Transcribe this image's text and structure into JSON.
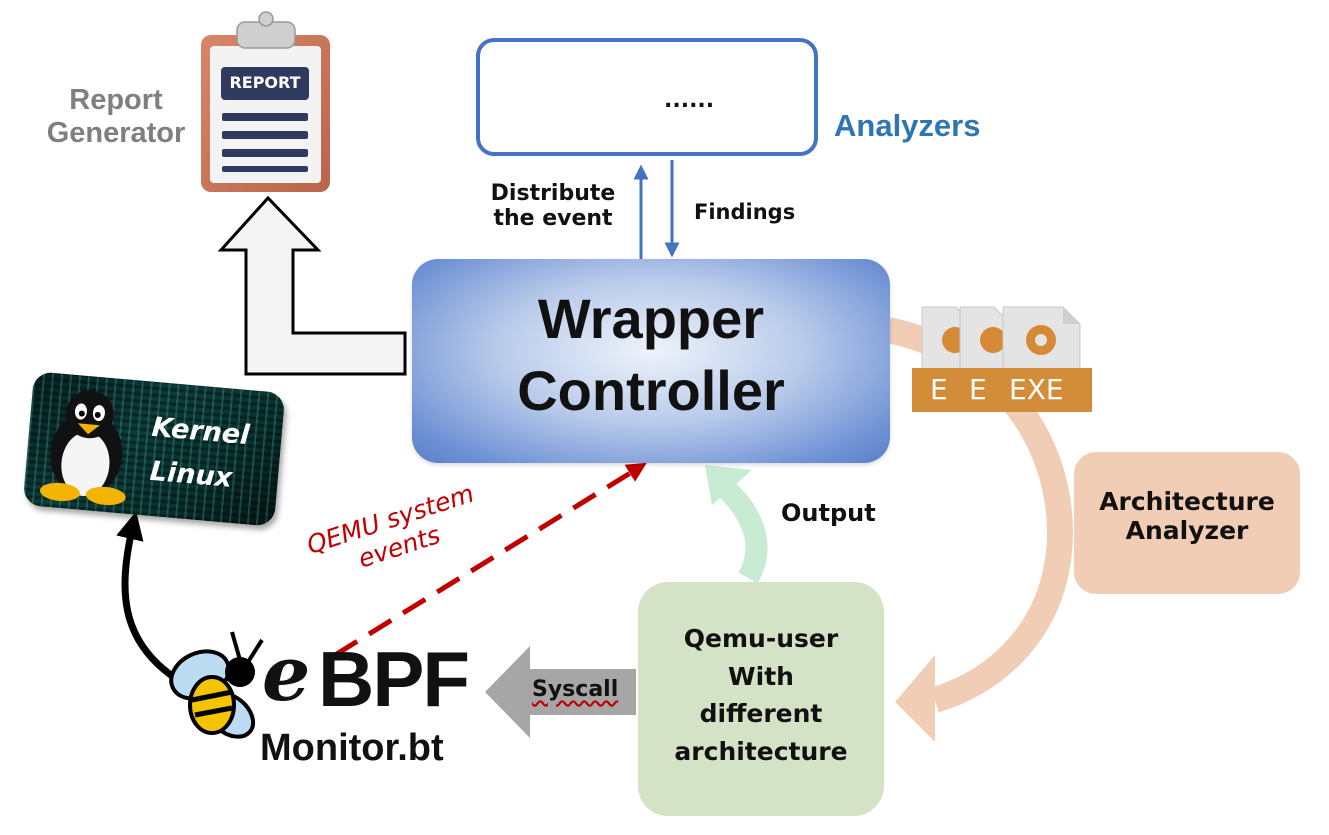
{
  "report_generator": {
    "label": "Report\nGenerator",
    "clipboard_title": "REPORT"
  },
  "analyzers": {
    "label": "Analyzers",
    "dots": "......"
  },
  "arrows": {
    "distribute": "Distribute\nthe event",
    "findings": "Findings",
    "output": "Output",
    "syscall": "Syscall"
  },
  "wrapper": {
    "line1": "Wrapper",
    "line2": "Controller"
  },
  "exe_files": {
    "labels": [
      "E",
      "E",
      "EXE"
    ]
  },
  "architecture_analyzer": {
    "label": "Architecture\nAnalyzer"
  },
  "qemu": {
    "label": "Qemu-user\nWith\ndifferent\narchitecture"
  },
  "kernel": {
    "line1": "Kernel",
    "line2": "Linux"
  },
  "qemu_events": {
    "line1": "QEMU system",
    "line2": "events"
  },
  "ebpf": {
    "logo_e": "e",
    "logo_bpf": "BPF",
    "monitor": "Monitor.bt"
  },
  "colors": {
    "blue_accent": "#4472c4",
    "analyzers_text": "#2e75b6",
    "dashed_red": "#c00000",
    "grey_label": "#7f7f7f",
    "peach": "#f2cdb5",
    "green": "#d4e2c6"
  }
}
